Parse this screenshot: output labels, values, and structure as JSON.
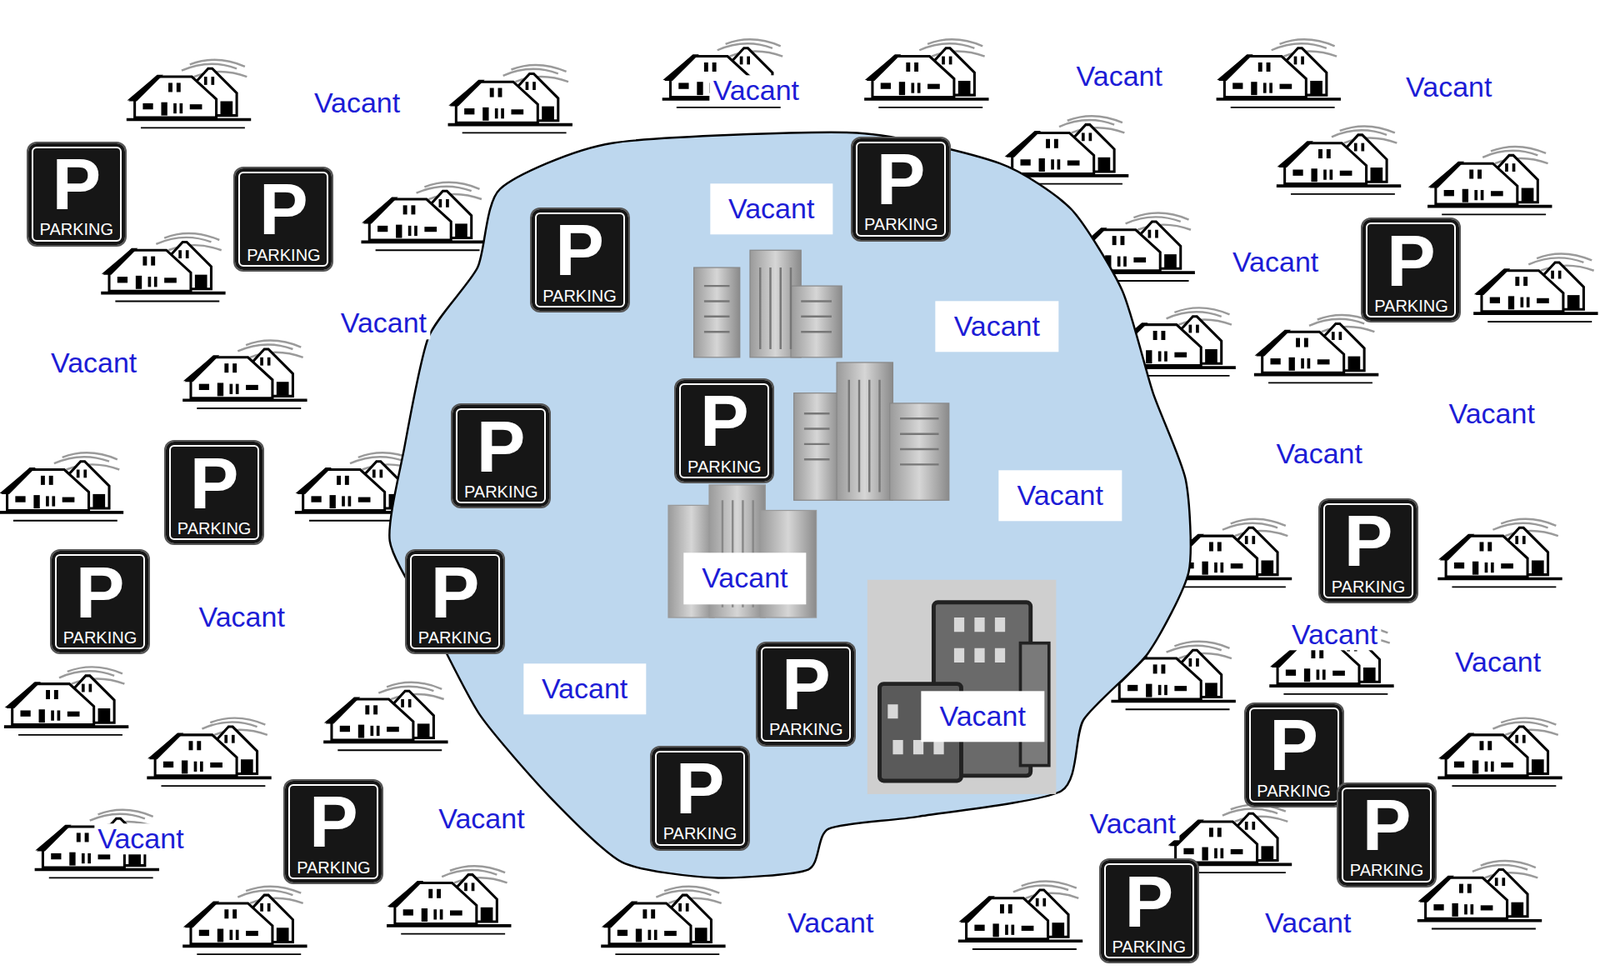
{
  "diagram": {
    "nodes": [
      {
        "text": [
          "P",
          "PARKING"
        ]
      },
      {
        "text": [
          "P",
          "PARKING"
        ]
      },
      {
        "text": [
          "P",
          "PARKING"
        ]
      },
      {
        "text": [
          "P",
          "PARKING"
        ]
      },
      {
        "text": [
          "P",
          "PARKING"
        ]
      },
      {
        "text": [
          "P",
          "PARKING"
        ]
      },
      {
        "text": [
          "P",
          "PARKING"
        ]
      },
      {
        "text": [
          "P",
          "PARKING"
        ]
      },
      {
        "text": [
          "P",
          "PARKING"
        ]
      },
      {
        "text": [
          "P",
          "PARKING"
        ]
      },
      {
        "text": [
          "P",
          "PARKING"
        ]
      },
      {
        "text": [
          "P",
          "PARKING"
        ]
      },
      {
        "text": [
          "P",
          "PARKING"
        ]
      },
      {
        "text": [
          "P",
          "PARKING"
        ]
      },
      {
        "text": [
          "P",
          "PARKING"
        ]
      },
      {
        "text": [
          "P",
          "PARKING"
        ]
      },
      {
        "text": [
          "P",
          "PARKING"
        ]
      }
    ],
    "labels": [
      "Vacant",
      "Vacant",
      "Vacant",
      "Vacant",
      "Vacant",
      "Vacant",
      "Vacant",
      "Vacant",
      "Vacant",
      "Vacant",
      "Vacant",
      "Vacant",
      "Vacant",
      "Vacant",
      "Vacant",
      "Vacant",
      "Vacant",
      "Vacant",
      "Vacant",
      "Vacant",
      "Vacant",
      "Vacant",
      "Vacant"
    ]
  }
}
